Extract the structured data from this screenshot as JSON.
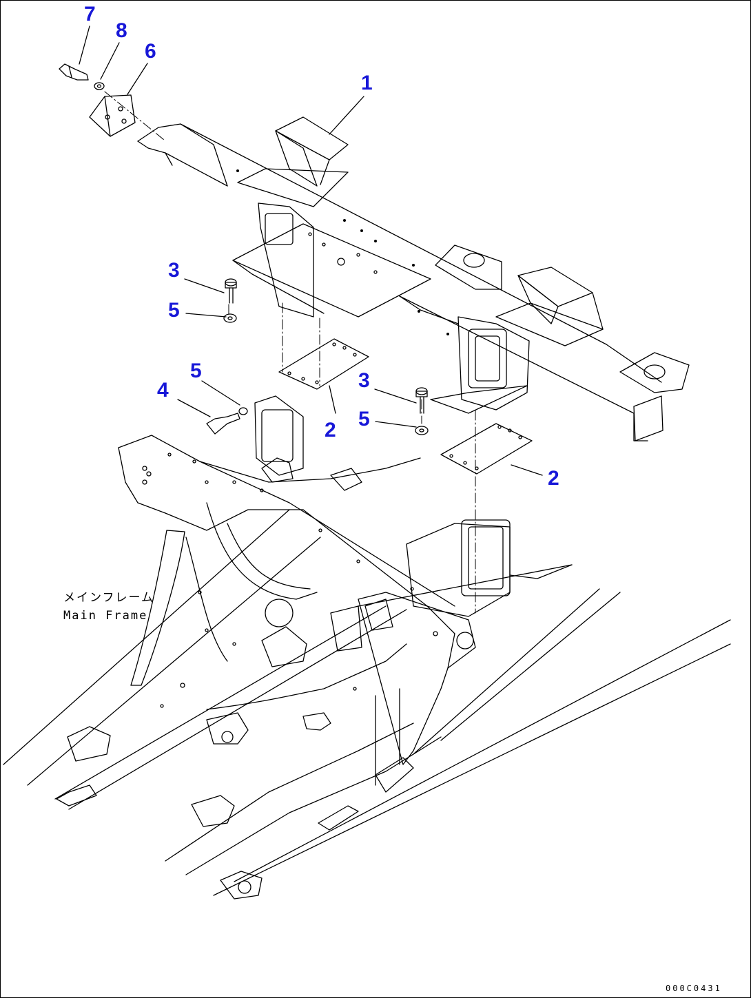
{
  "callouts": [
    {
      "id": "7",
      "label": "7"
    },
    {
      "id": "8",
      "label": "8"
    },
    {
      "id": "6",
      "label": "6"
    },
    {
      "id": "1",
      "label": "1"
    },
    {
      "id": "3a",
      "label": "3"
    },
    {
      "id": "5a",
      "label": "5"
    },
    {
      "id": "5b",
      "label": "5"
    },
    {
      "id": "4",
      "label": "4"
    },
    {
      "id": "2a",
      "label": "2"
    },
    {
      "id": "3b",
      "label": "3"
    },
    {
      "id": "5c",
      "label": "5"
    },
    {
      "id": "2b",
      "label": "2"
    }
  ],
  "note": {
    "japanese": "メインフレーム",
    "english": "Main Frame"
  },
  "drawing_code": "000C0431",
  "colors": {
    "callout": "#1818d8",
    "line": "#000000",
    "background": "#ffffff"
  }
}
